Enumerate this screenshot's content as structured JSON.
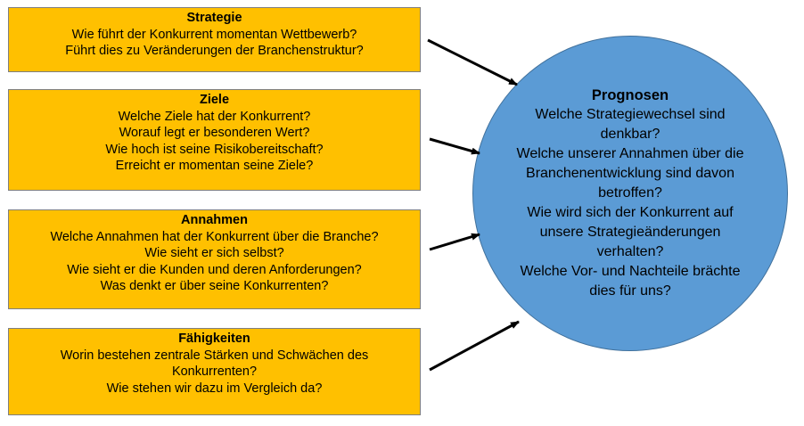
{
  "boxes": {
    "strategie": {
      "title": "Strategie",
      "lines": [
        "Wie führt der Konkurrent momentan Wettbewerb?",
        "Führt dies zu Veränderungen der Branchenstruktur?"
      ]
    },
    "ziele": {
      "title": "Ziele",
      "lines": [
        "Welche Ziele hat der Konkurrent?",
        "Worauf legt er besonderen Wert?",
        "Wie hoch ist seine Risikobereitschaft?",
        "Erreicht er momentan seine Ziele?"
      ]
    },
    "annahmen": {
      "title": "Annahmen",
      "lines": [
        "Welche Annahmen hat der Konkurrent über die Branche?",
        "Wie sieht er sich selbst?",
        "Wie sieht er die Kunden und deren Anforderungen?",
        "Was denkt er über seine Konkurrenten?"
      ]
    },
    "faehigkeiten": {
      "title": "Fähigkeiten",
      "lines": [
        "Worin bestehen zentrale Stärken und Schwächen des",
        "Konkurrenten?",
        "Wie stehen wir dazu im Vergleich da?"
      ]
    }
  },
  "circle": {
    "title": "Prognosen",
    "lines": [
      "Welche Strategiewechsel sind",
      "denkbar?",
      "Welche unserer Annahmen über die",
      "Branchenentwicklung sind davon",
      "betroffen?",
      "Wie wird sich der Konkurrent auf",
      "unsere Strategieänderungen",
      "verhalten?",
      "Welche Vor- und Nachteile brächte",
      "dies für uns?"
    ]
  },
  "colors": {
    "box_fill": "#ffc000",
    "circle_fill": "#5b9bd5",
    "arrow": "#000000"
  }
}
